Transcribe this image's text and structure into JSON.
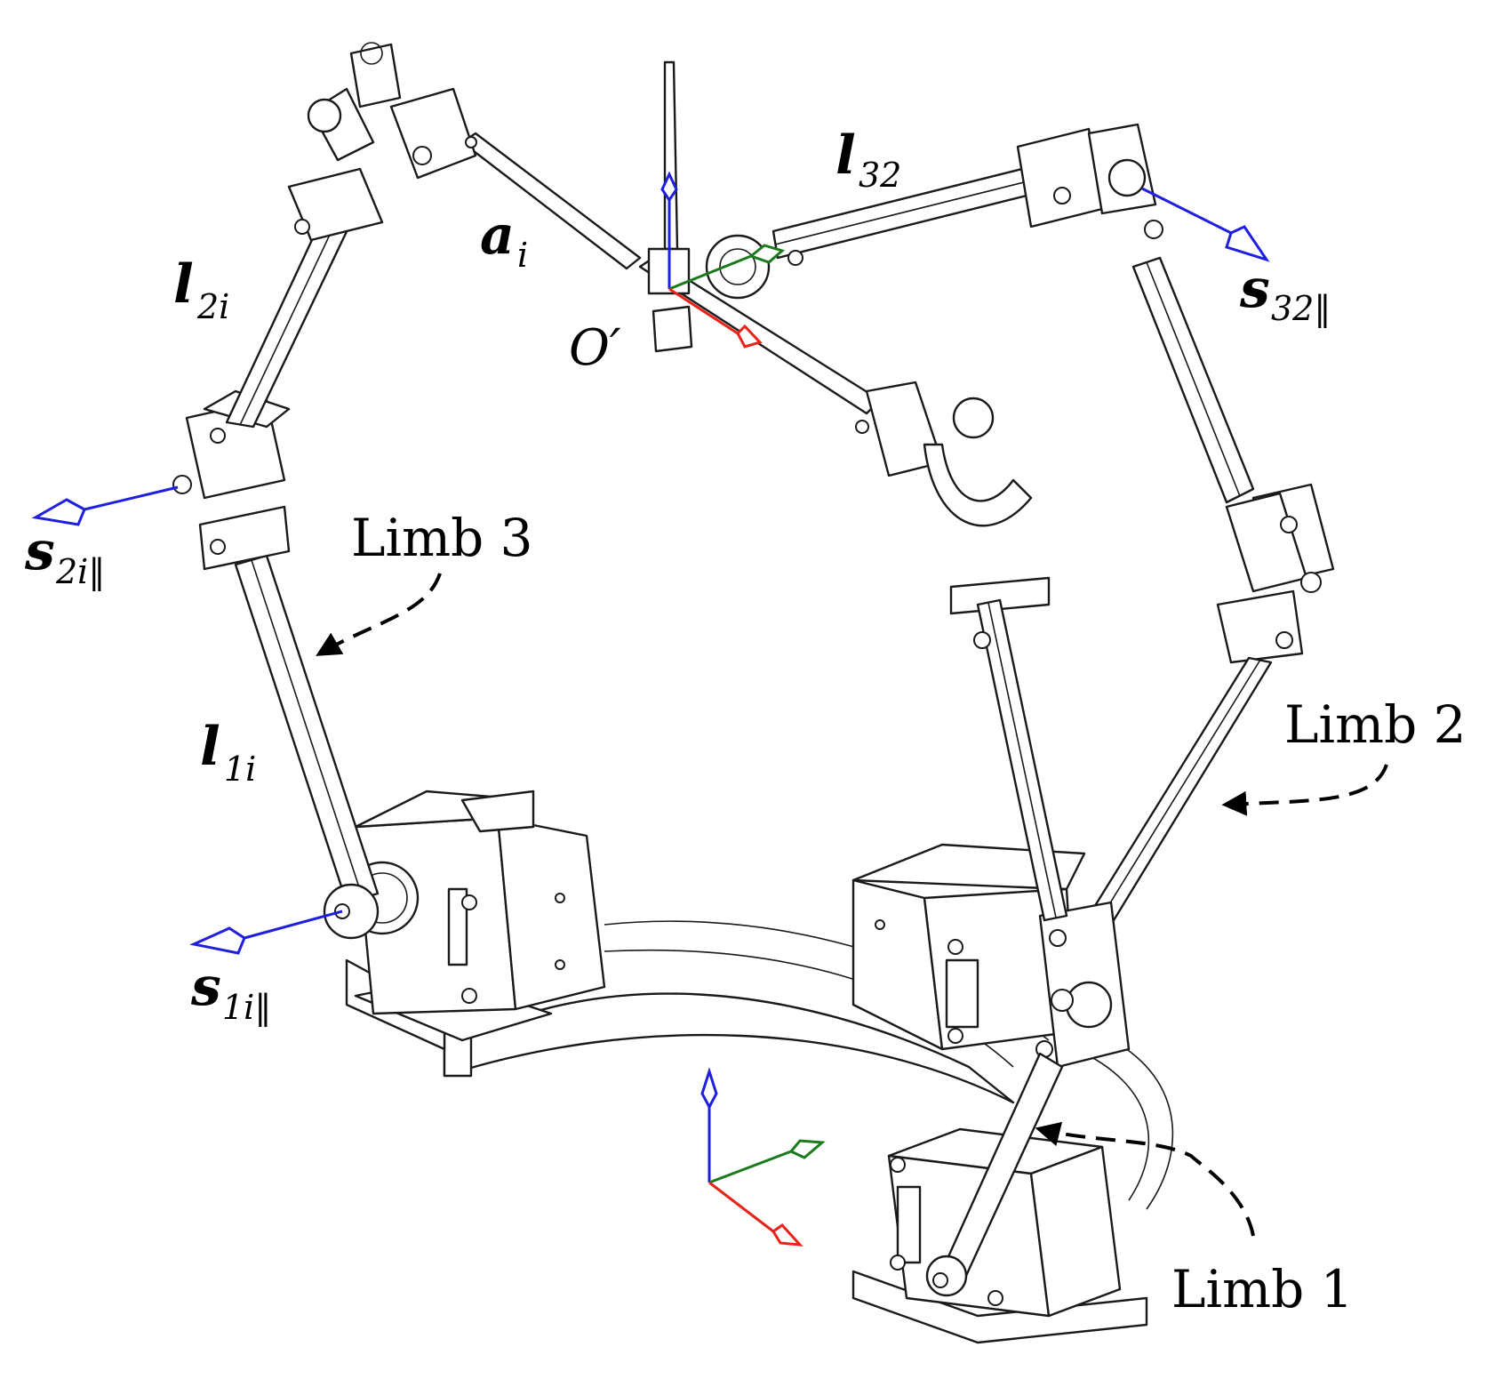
{
  "labels": {
    "l32": {
      "main": "l",
      "sub": "32"
    },
    "ai": {
      "main": "a",
      "sub": "i"
    },
    "l2i": {
      "main": "l",
      "sub": "2i"
    },
    "l1i": {
      "main": "l",
      "sub": "1i"
    },
    "O": "O′",
    "s32": {
      "main": "s",
      "sub": "32‖"
    },
    "s2i": {
      "main": "s",
      "sub": "2i‖"
    },
    "s1i": {
      "main": "s",
      "sub": "1i‖"
    },
    "limb1": "Limb 1",
    "limb2": "Limb 2",
    "limb3": "Limb 3"
  },
  "colors": {
    "x_axis": "#e8231a",
    "y_axis": "#1b7a1b",
    "z_axis": "#1f1fe0",
    "vector": "#1f1fe0",
    "line": "#1a1a1a"
  },
  "icons": [
    "moving-frame-icon",
    "base-frame-icon",
    "servo-motor-icon",
    "universal-joint-icon"
  ]
}
